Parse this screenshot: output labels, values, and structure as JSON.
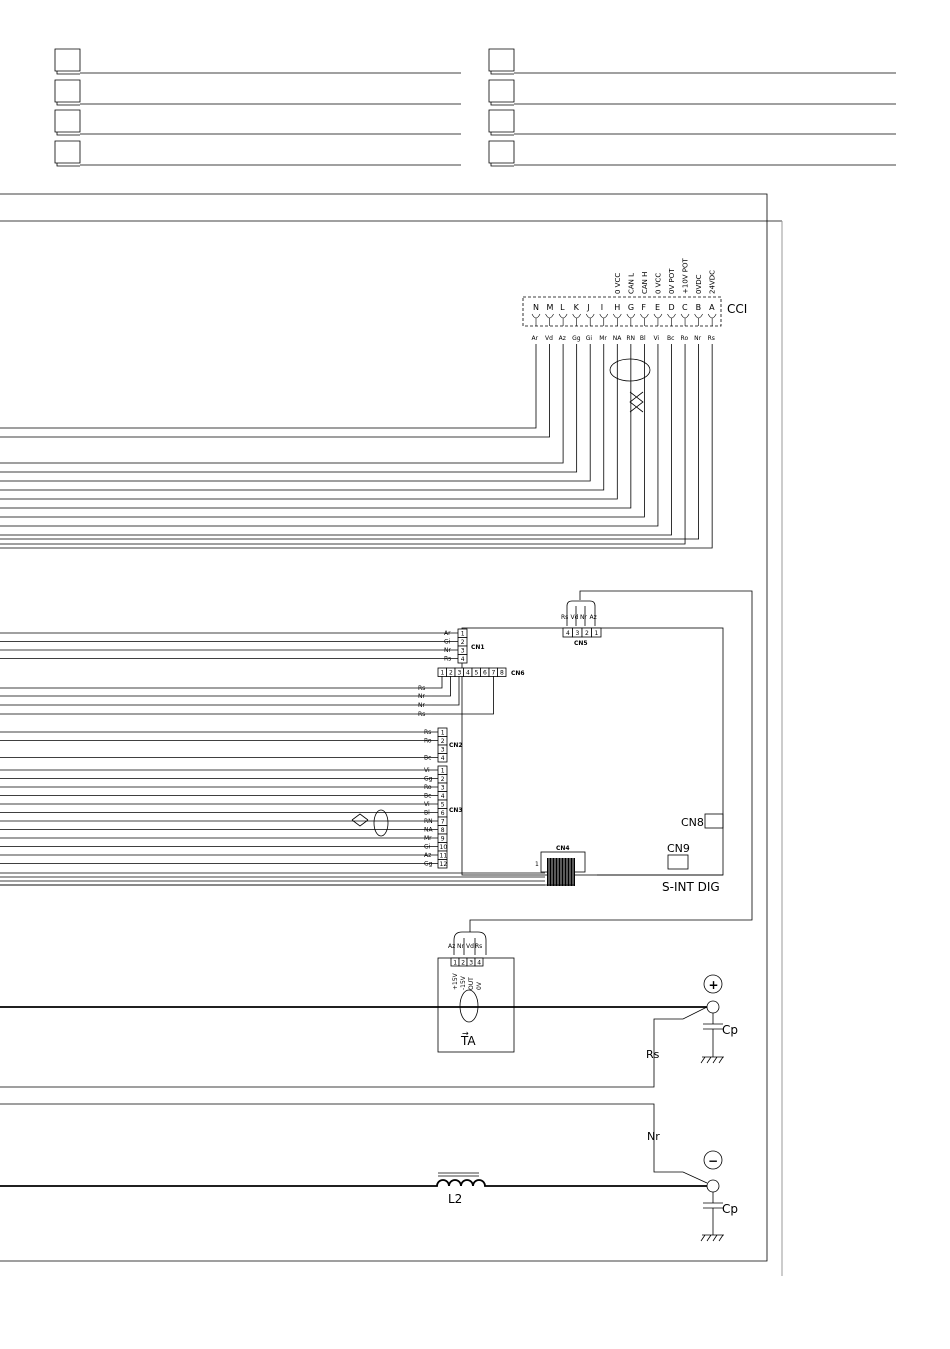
{
  "cci": {
    "label": "CCI",
    "pins": [
      {
        "letter": "N",
        "wire": "Ar",
        "func": ""
      },
      {
        "letter": "M",
        "wire": "Vd",
        "func": ""
      },
      {
        "letter": "L",
        "wire": "Az",
        "func": ""
      },
      {
        "letter": "K",
        "wire": "Gg",
        "func": ""
      },
      {
        "letter": "J",
        "wire": "Gi",
        "func": ""
      },
      {
        "letter": "I",
        "wire": "Mr",
        "func": ""
      },
      {
        "letter": "H",
        "wire": "NA",
        "func": "0 VCC"
      },
      {
        "letter": "G",
        "wire": "RN",
        "func": "CAN L"
      },
      {
        "letter": "F",
        "wire": "Bl",
        "func": "CAN H"
      },
      {
        "letter": "E",
        "wire": "Vi",
        "func": "0 VCC"
      },
      {
        "letter": "D",
        "wire": "Bc",
        "func": "0V POT"
      },
      {
        "letter": "C",
        "wire": "Ro",
        "func": "+10V POT"
      },
      {
        "letter": "B",
        "wire": "Nr",
        "func": "0VDC"
      },
      {
        "letter": "A",
        "wire": "Rs",
        "func": "24VDC"
      }
    ]
  },
  "board": {
    "label": "S-INT DIG",
    "cn1": {
      "label": "CN1",
      "pins": [
        "1",
        "2",
        "3",
        "4"
      ],
      "wires": [
        "Ar",
        "Gi",
        "Nr",
        "Rs"
      ]
    },
    "cn6": {
      "label": "CN6",
      "pins": [
        "1",
        "2",
        "3",
        "4",
        "5",
        "6",
        "7",
        "8"
      ],
      "wires": [
        "Rs",
        "Nr",
        "Nr",
        "Rs"
      ]
    },
    "cn2": {
      "label": "CN2",
      "pins": [
        "1",
        "2",
        "3",
        "4"
      ],
      "wires": [
        "Rs",
        "Ro",
        "",
        "Bc"
      ]
    },
    "cn3": {
      "label": "CN3",
      "pins": [
        "1",
        "2",
        "3",
        "4",
        "5",
        "6",
        "7",
        "8",
        "9",
        "10",
        "11",
        "12"
      ],
      "wires": [
        "Vi",
        "Gg",
        "Ro",
        "Bc",
        "Vi",
        "Bl",
        "RN",
        "NA",
        "Mr",
        "Gi",
        "Az",
        "Gg"
      ]
    },
    "cn5": {
      "label": "CN5",
      "pins": [
        "4",
        "3",
        "2",
        "1"
      ],
      "wires": [
        "Rs",
        "Vd",
        "Nr",
        "Az"
      ]
    },
    "cn4": {
      "label": "CN4",
      "pin_one": "1"
    },
    "cn8": {
      "label": "CN8"
    },
    "cn9": {
      "label": "CN9"
    }
  },
  "ta": {
    "label": "TA",
    "arrow": "→",
    "pins": [
      "1",
      "2",
      "3",
      "4"
    ],
    "wires": [
      "Az",
      "Nr",
      "Vd",
      "Rs"
    ],
    "funcs": [
      "+15V",
      "-15V",
      "OUT",
      "0V"
    ]
  },
  "power": {
    "plus_symbol": "+",
    "minus_symbol": "−",
    "cap_label": "Cp",
    "rs_label": "Rs",
    "nr_label": "Nr",
    "inductor_label": "L2"
  }
}
